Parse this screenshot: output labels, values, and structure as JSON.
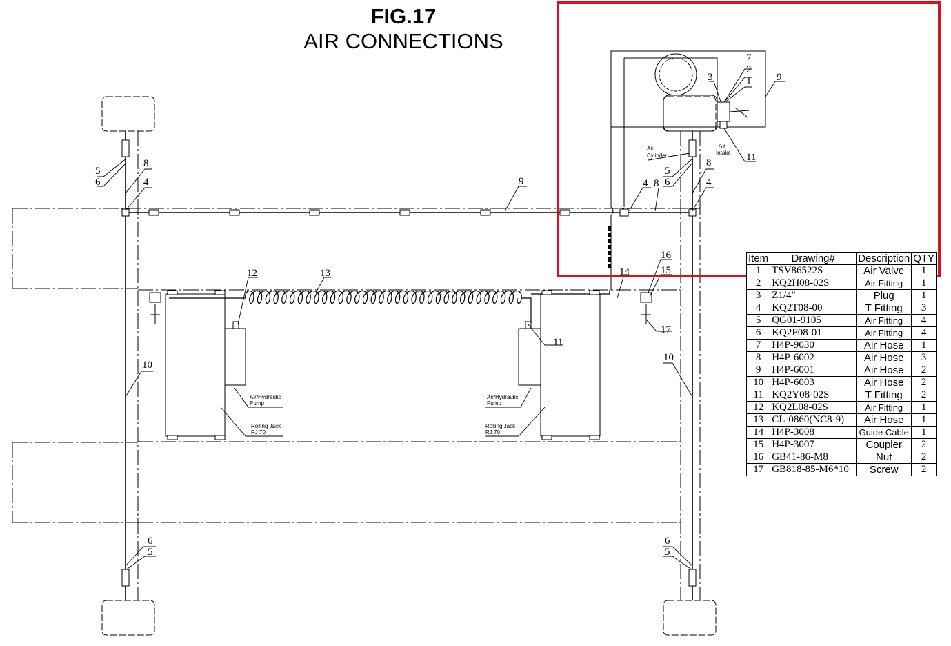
{
  "title": {
    "fig": "FIG.17",
    "subtitle": "AIR CONNECTIONS"
  },
  "callouts": {
    "c1": "1",
    "c2": "2",
    "c3": "3",
    "c4a": "4",
    "c4b": "4",
    "c4c": "4",
    "c5a": "5",
    "c5b": "5",
    "c5c": "5",
    "c5d": "5",
    "c6a": "6",
    "c6b": "6",
    "c6c": "6",
    "c6d": "6",
    "c7": "7",
    "c8a": "8",
    "c8b": "8",
    "c8c": "8",
    "c9a": "9",
    "c9b": "9",
    "c10a": "10",
    "c10b": "10",
    "c11a": "11",
    "c11b": "11",
    "c12": "12",
    "c13": "13",
    "c14": "14",
    "c15": "15",
    "c16": "16",
    "c17": "17"
  },
  "annotations": {
    "air_cylinder_1": "Air",
    "air_cylinder_2": "Cylinder",
    "air_intake_1": "Air",
    "air_intake_2": "Intake",
    "pump_left_1": "Air/Hydraulic",
    "pump_left_2": "Pump",
    "pump_right_1": "Air/Hydraulic",
    "pump_right_2": "Pump",
    "jack_left_1": "Rolling Jack",
    "jack_left_2": "RJ 70",
    "jack_right_1": "Rolling Jack",
    "jack_right_2": "RJ 70"
  },
  "parts_table": {
    "headers": {
      "item": "Item",
      "drawing": "Drawing#",
      "description": "Description",
      "qty": "QTY"
    },
    "rows": [
      {
        "item": "1",
        "drawing": "TSV86522S",
        "description": "Air Valve",
        "qty": "1"
      },
      {
        "item": "2",
        "drawing": "KQ2H08-02S",
        "description": "Air Fitting",
        "qty": "1"
      },
      {
        "item": "3",
        "drawing": "Z1/4\"",
        "description": "Plug",
        "qty": "1"
      },
      {
        "item": "4",
        "drawing": "KQ2T08-00",
        "description": "T Fitting",
        "qty": "3"
      },
      {
        "item": "5",
        "drawing": "QG01-9105",
        "description": "Air Fitting",
        "qty": "4"
      },
      {
        "item": "6",
        "drawing": "KQ2F08-01",
        "description": "Air Fitting",
        "qty": "4"
      },
      {
        "item": "7",
        "drawing": "H4P-9030",
        "description": "Air Hose",
        "qty": "1"
      },
      {
        "item": "8",
        "drawing": "H4P-6002",
        "description": "Air Hose",
        "qty": "3"
      },
      {
        "item": "9",
        "drawing": "H4P-6001",
        "description": "Air Hose",
        "qty": "2"
      },
      {
        "item": "10",
        "drawing": "H4P-6003",
        "description": "Air Hose",
        "qty": "2"
      },
      {
        "item": "11",
        "drawing": "KQ2Y08-02S",
        "description": "T Fitting",
        "qty": "2"
      },
      {
        "item": "12",
        "drawing": "KQ2L08-02S",
        "description": "Air Fitting",
        "qty": "1"
      },
      {
        "item": "13",
        "drawing": "CL-0860(NC8-9)",
        "description": "Air Hose",
        "qty": "1"
      },
      {
        "item": "14",
        "drawing": "H4P-3008",
        "description": "Guide Cable",
        "qty": "1"
      },
      {
        "item": "15",
        "drawing": "H4P-3007",
        "description": "Coupler",
        "qty": "2"
      },
      {
        "item": "16",
        "drawing": "GB41-86-M8",
        "description": "Nut",
        "qty": "2"
      },
      {
        "item": "17",
        "drawing": "GB818-85-M6*10",
        "description": "Screw",
        "qty": "2"
      }
    ]
  },
  "colors": {
    "highlight": "#d6141c",
    "ink": "#000000"
  }
}
